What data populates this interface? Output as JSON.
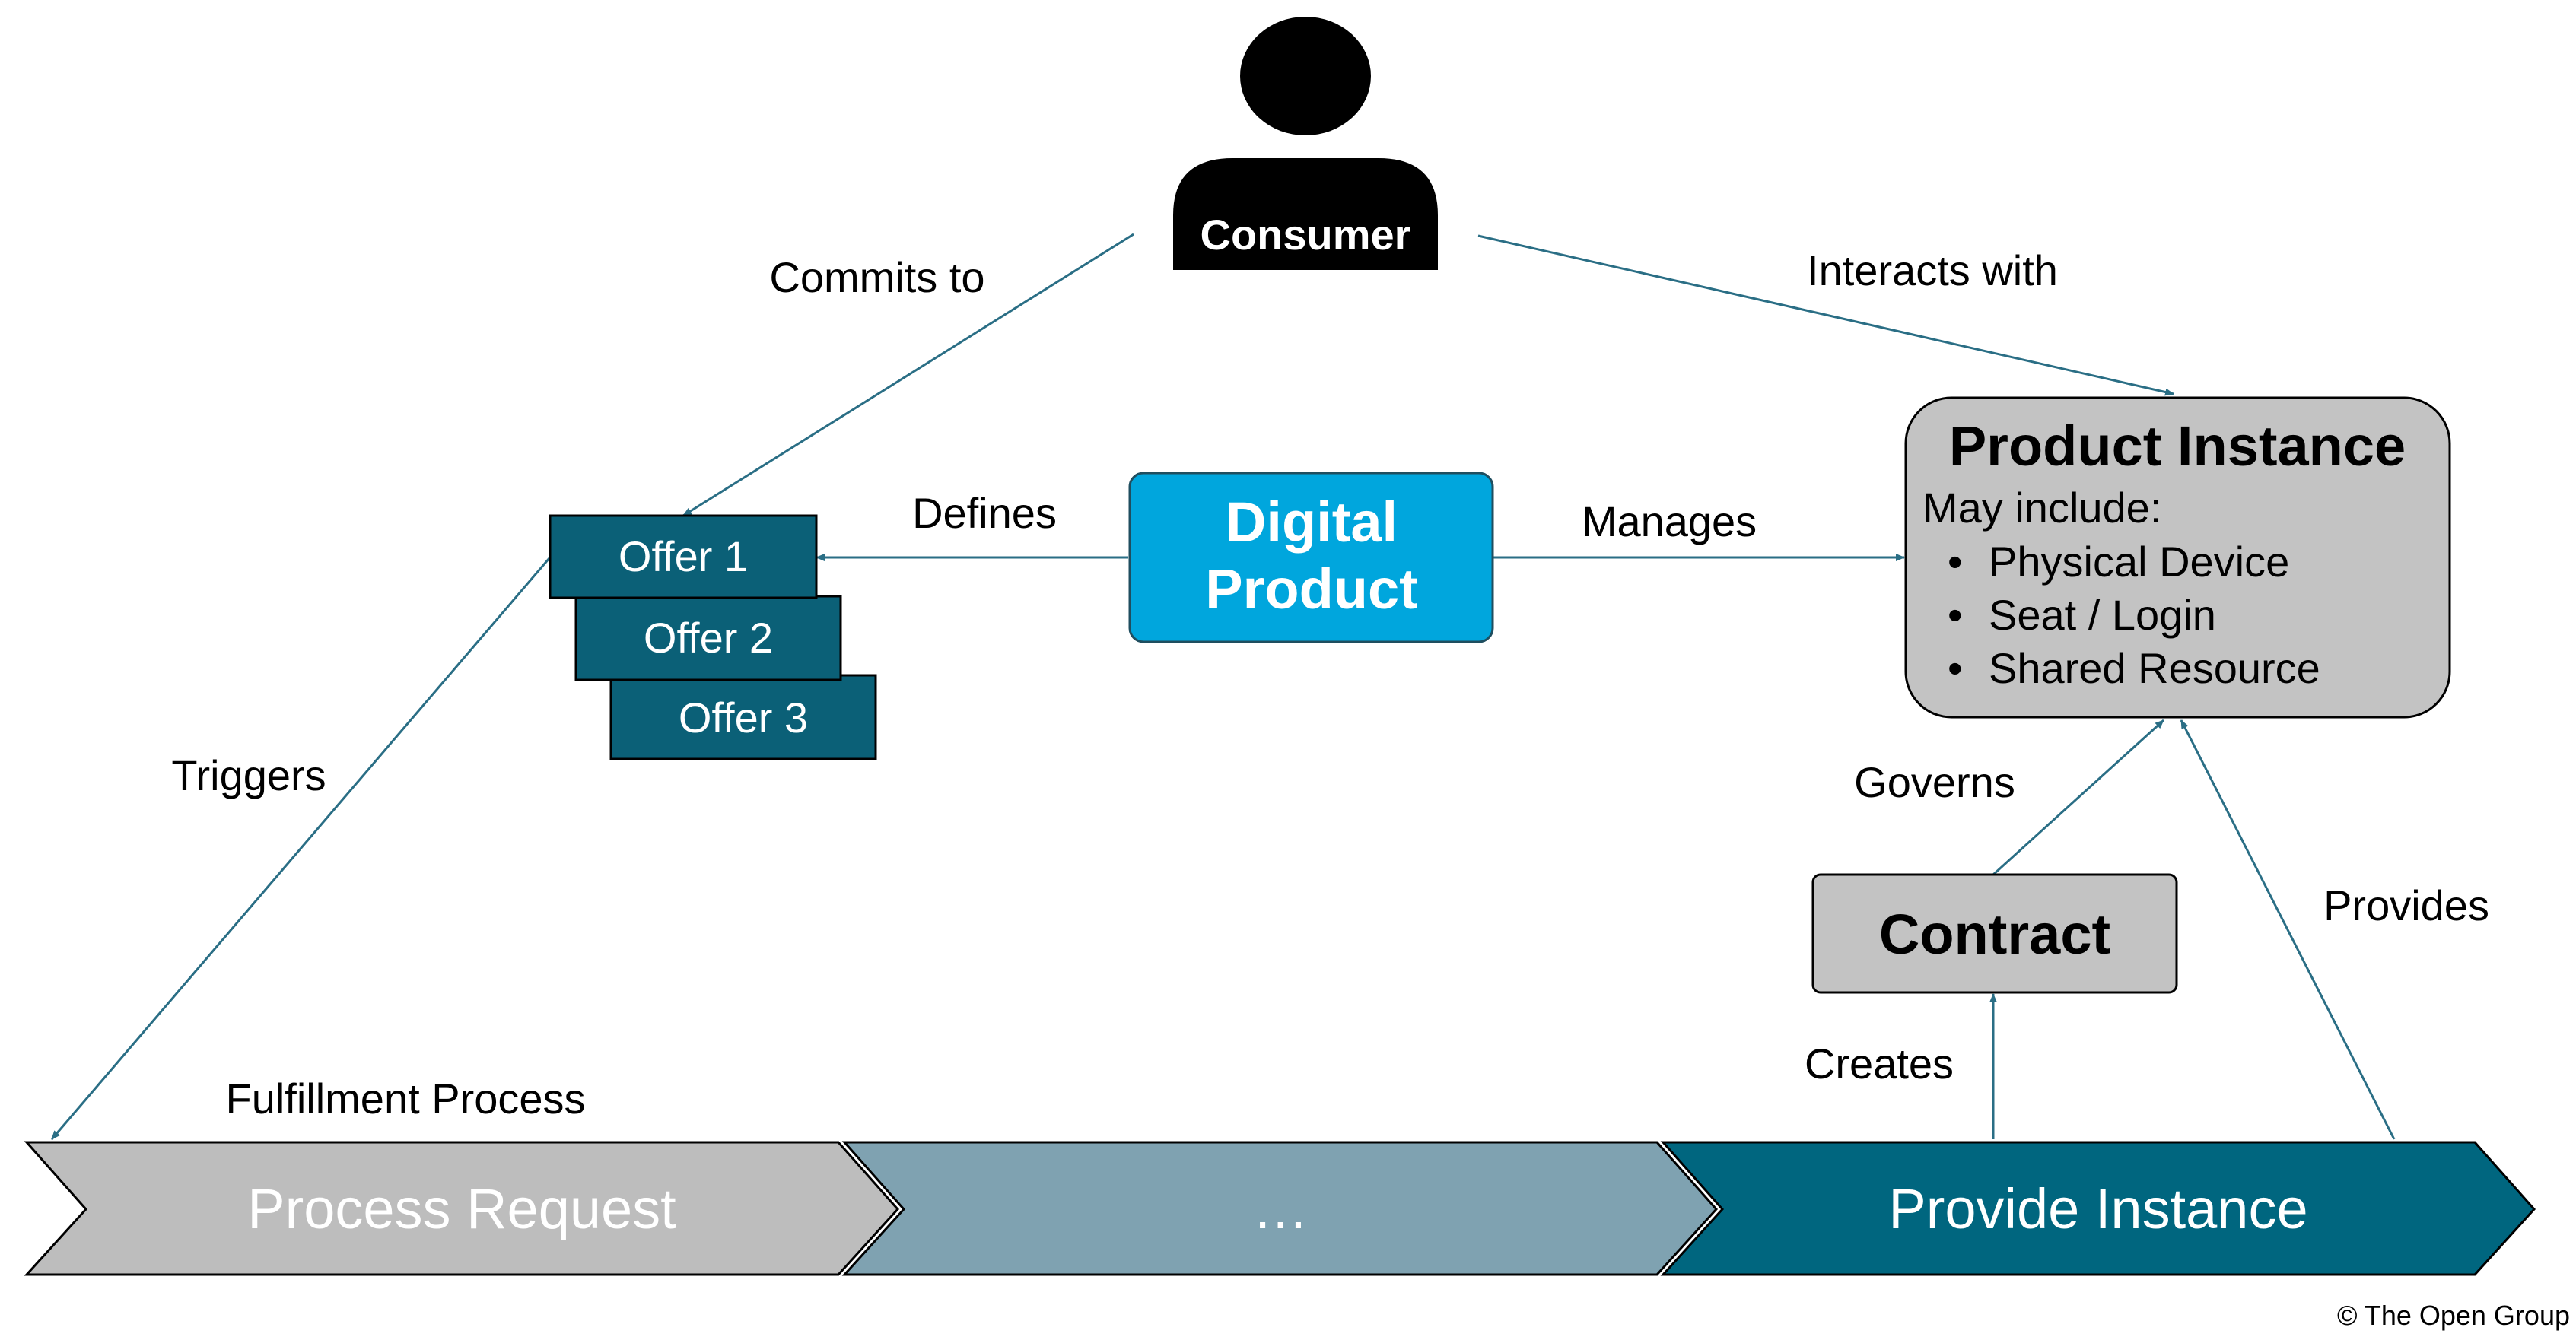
{
  "consumer": {
    "label": "Consumer"
  },
  "digital_product": {
    "line1": "Digital",
    "line2": "Product"
  },
  "offers": [
    "Offer 1",
    "Offer 2",
    "Offer 3"
  ],
  "product_instance": {
    "title": "Product Instance",
    "subtitle": "May include:",
    "items": [
      "Physical Device",
      "Seat / Login",
      "Shared Resource"
    ]
  },
  "contract": {
    "label": "Contract"
  },
  "relations": {
    "commits_to": "Commits to",
    "interacts_with": "Interacts with",
    "defines": "Defines",
    "manages": "Manages",
    "triggers": "Triggers",
    "governs": "Governs",
    "provides": "Provides",
    "creates": "Creates"
  },
  "process": {
    "title": "Fulfillment Process",
    "steps": [
      "Process Request",
      "…",
      "Provide Instance"
    ]
  },
  "copyright": "© The Open Group",
  "colors": {
    "connector": "#2A6E85",
    "offer_fill": "#0B6077",
    "digital_product_fill": "#00A6DD",
    "gray_box_fill": "#C3C3C3",
    "step1_fill": "#BDBDBD",
    "step2_fill": "#7FA2B1",
    "step3_fill": "#00667F"
  }
}
